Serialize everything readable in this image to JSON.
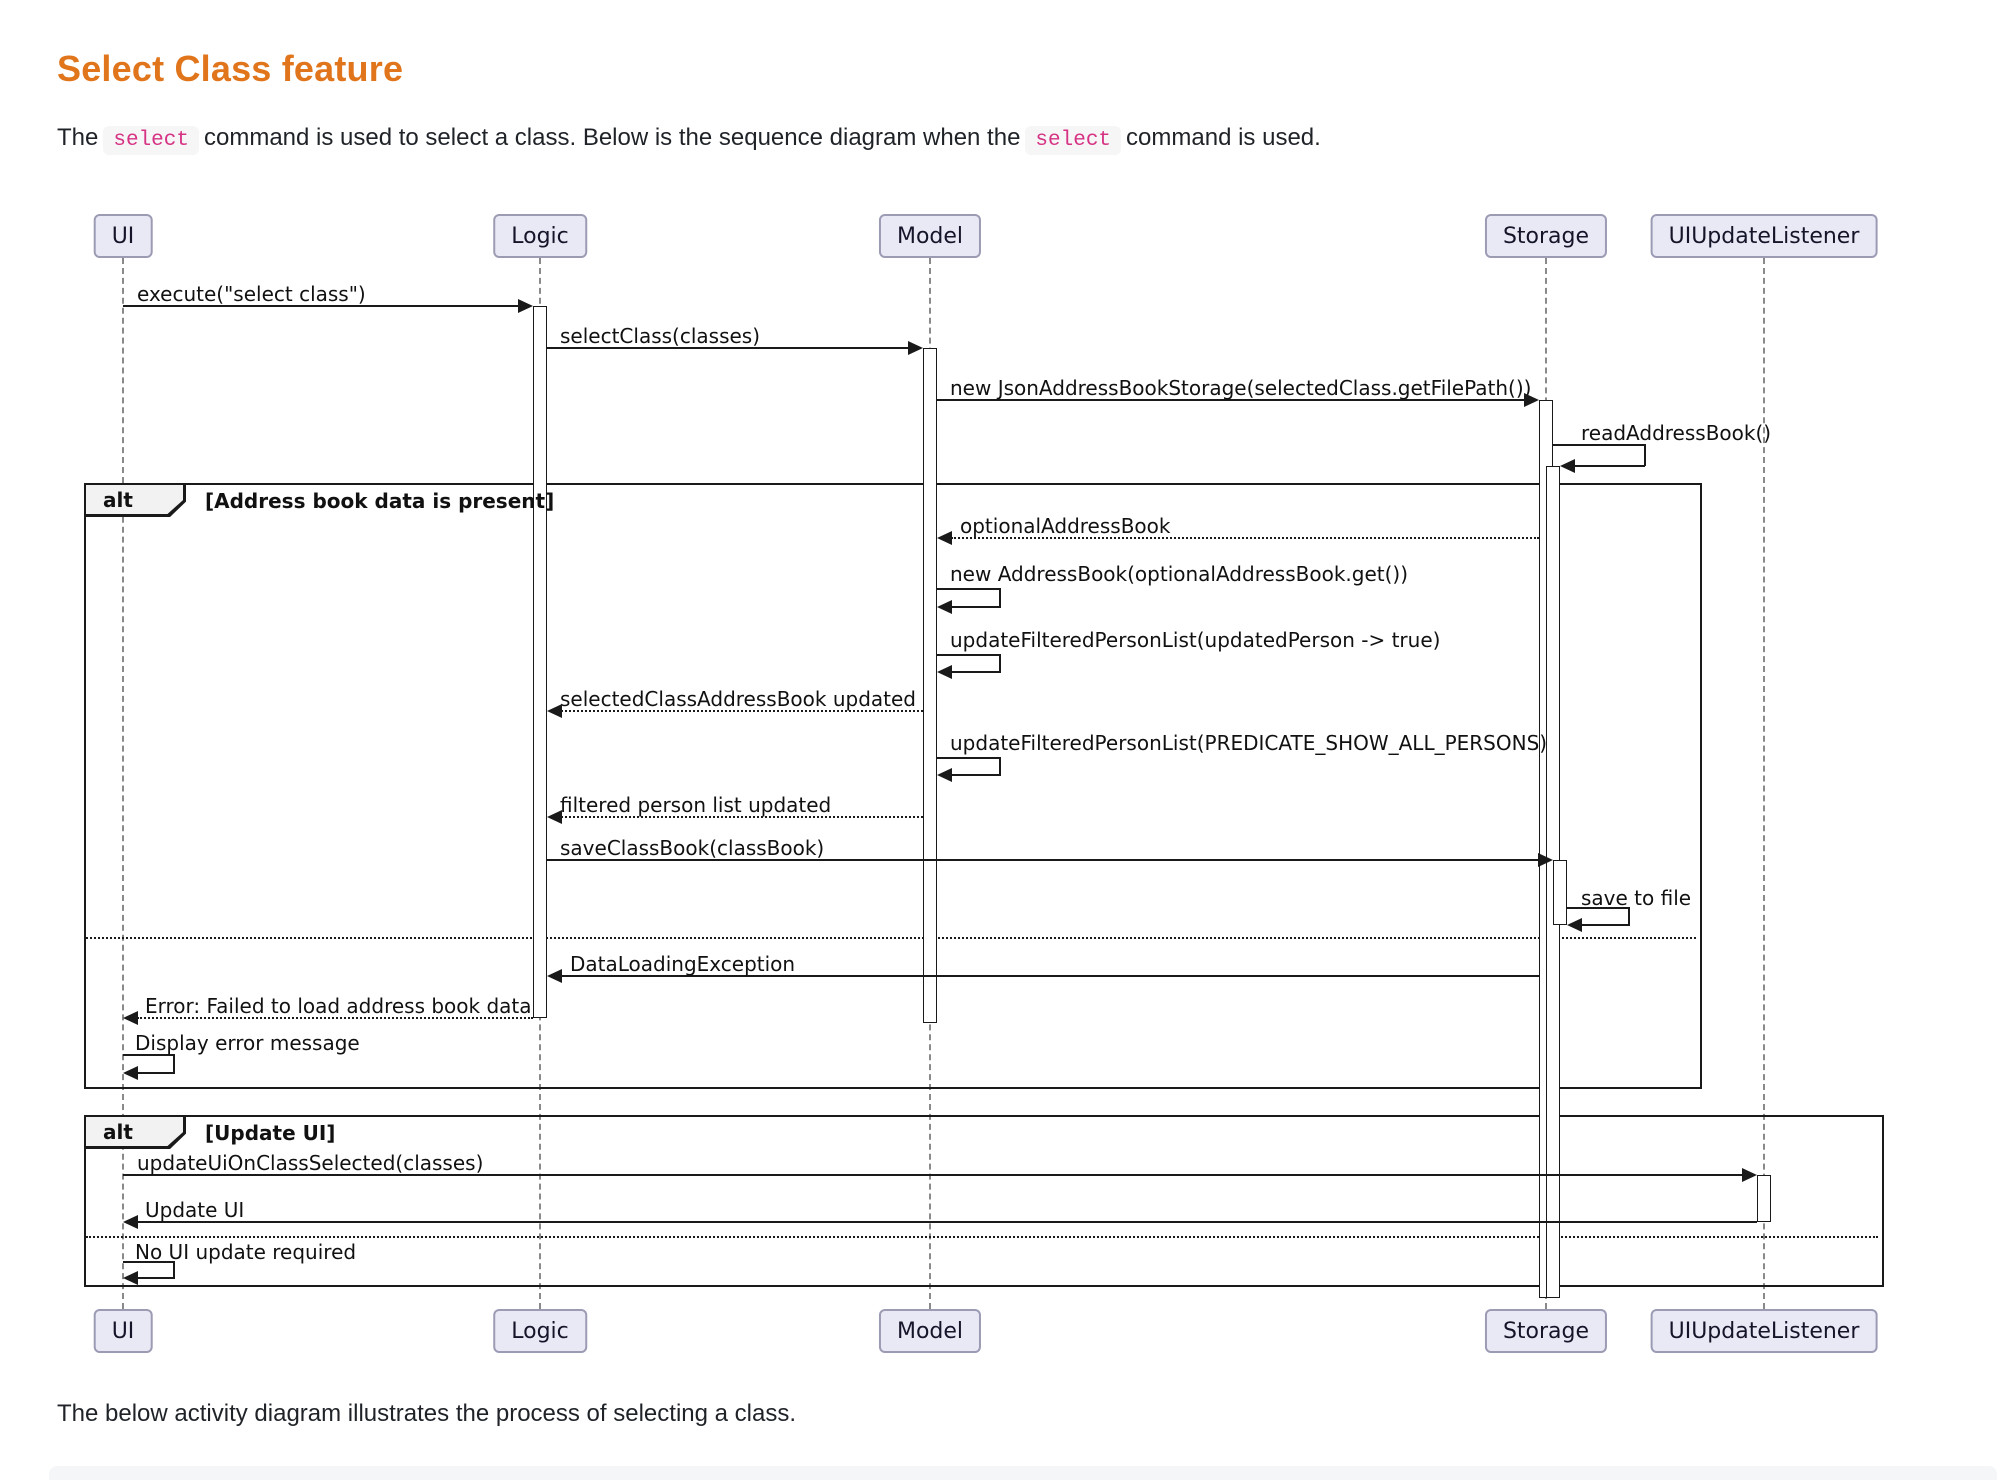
{
  "page": {
    "title": "Select Class feature",
    "intro": {
      "pre": "The",
      "code1": "select",
      "mid": "command is used to select a class. Below is the sequence diagram when the",
      "code2": "select",
      "post": "command is used."
    },
    "outro": "The below activity diagram illustrates the process of selecting a class."
  },
  "colors": {
    "heading_orange": "#E0751B",
    "inline_code_pink": "#D63384",
    "participant_fill": "#E9E9F6",
    "participant_border": "#9B9BB4",
    "diagram_line": "#1A1A1A",
    "code_band_gray": "#F4F6F8"
  },
  "diagram": {
    "participants": [
      {
        "name": "UI"
      },
      {
        "name": "Logic"
      },
      {
        "name": "Model"
      },
      {
        "name": "Storage"
      },
      {
        "name": "UIUpdateListener"
      }
    ],
    "fragments": [
      {
        "operator": "alt",
        "guard": "[Address book data is present]"
      },
      {
        "operator": "alt",
        "guard": "[Update UI]"
      }
    ],
    "messages": {
      "execute": "execute(\"select class\")",
      "select_class": "selectClass(classes)",
      "new_storage": "new JsonAddressBookStorage(selectedClass.getFilePath())",
      "read_address_book": "readAddressBook()",
      "optional_address_book": "optionalAddressBook",
      "new_address_book": "new AddressBook(optionalAddressBook.get())",
      "update_filtered_true": "updateFilteredPersonList(updatedPerson -> true)",
      "selected_class_updated": "selectedClassAddressBook updated",
      "update_filtered_predicate": "updateFilteredPersonList(PREDICATE_SHOW_ALL_PERSONS)",
      "filtered_updated": "filtered person list updated",
      "save_class_book": "saveClassBook(classBook)",
      "save_to_file": "save to file",
      "data_loading_exception": "DataLoadingException",
      "error_failed": "Error: Failed to load address book data",
      "display_error": "Display error message",
      "update_ui_on_class_selected": "updateUiOnClassSelected(classes)",
      "update_ui": "Update UI",
      "no_ui_update": "No UI update required"
    }
  }
}
